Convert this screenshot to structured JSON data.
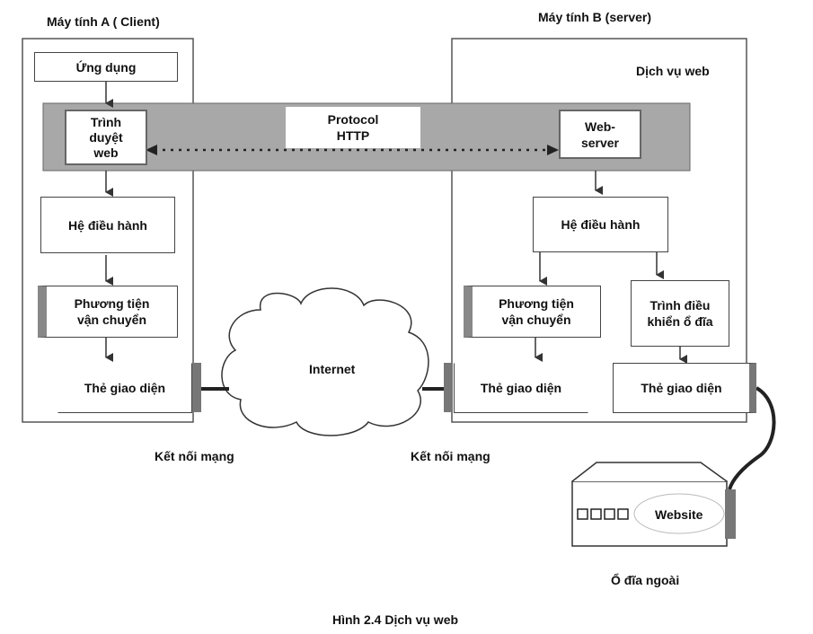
{
  "client": {
    "title": "Máy tính A ( Client)",
    "app": "Ứng dụng",
    "browser": "Trình\nduyệt\nweb",
    "os": "Hệ điều hành",
    "transport": "Phương tiện\nvận chuyển",
    "nic": "Thẻ giao diện"
  },
  "server": {
    "title": "Máy tính B (server)",
    "service": "Dịch vụ web",
    "webserver": "Web-\nserver",
    "os": "Hệ điều hành",
    "transport": "Phương tiện\nvận chuyển",
    "driver": "Trình điều\nkhiển ổ đĩa",
    "nic_left": "Thẻ giao diện",
    "nic_right": "Thẻ giao diện"
  },
  "protocol": "Protocol\nHTTP",
  "internet": "Internet",
  "network_left": "Kết nối mạng",
  "network_right": "Kết nối mạng",
  "disk": {
    "website": "Website",
    "label": "Ổ đĩa ngoài"
  },
  "caption": "Hình 2.4 Dịch vụ web"
}
